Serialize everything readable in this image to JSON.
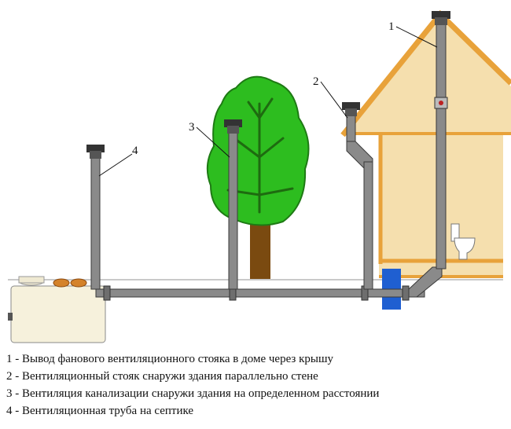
{
  "callouts": {
    "n1": "1",
    "n2": "2",
    "n3": "3",
    "n4": "4"
  },
  "legend": [
    "1 - Вывод фанового вентиляционного стояка в доме через крышу",
    "2 - Вентиляционный стояк снаружи здания параллельно стене",
    "3 - Вентиляция канализации снаружи здания на определенном расстоянии",
    "4 - Вентиляционная труба на септике"
  ],
  "colors": {
    "pipe": "#8a8a8a",
    "pipe_dark": "#3a3a3a",
    "wall": "#f5dfae",
    "roof_trim": "#e8a23a",
    "tree_green": "#2dbd1f",
    "trunk": "#7a4a10",
    "tank": "#f6f1dc",
    "blue_block": "#1f5fd1"
  }
}
